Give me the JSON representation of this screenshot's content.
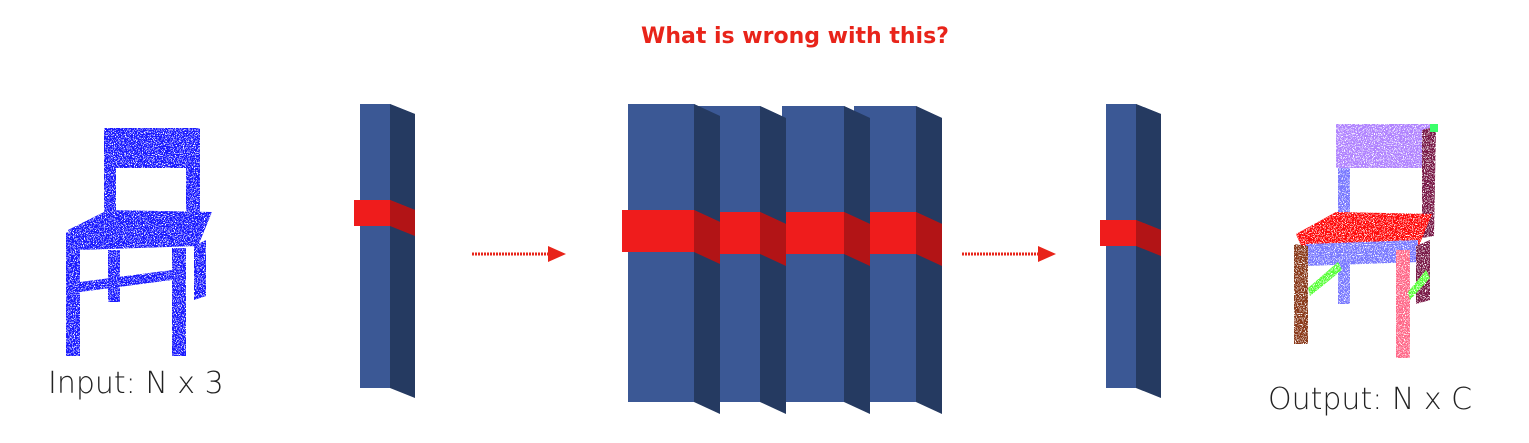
{
  "question": "What is wrong with this?",
  "input_label": "Input: N x 3",
  "output_label": "Output: N x C",
  "colors": {
    "highlight": "#e8241a",
    "layer_front": "#3b5895",
    "layer_side": "#253a61",
    "layer_top": "#2f4878",
    "slice_front": "#ef1c1c",
    "slice_side": "#b21416",
    "slice_top": "#d01818",
    "input_points": "#1a1aff",
    "output_parts": [
      "#b184ff",
      "#ff0a0a",
      "#8a3a1a",
      "#5aff3a",
      "#7a7aff",
      "#ff6a8a",
      "#7a1a4a"
    ]
  },
  "icons": [
    "arrow-right-icon",
    "point-cloud-chair-icon"
  ]
}
